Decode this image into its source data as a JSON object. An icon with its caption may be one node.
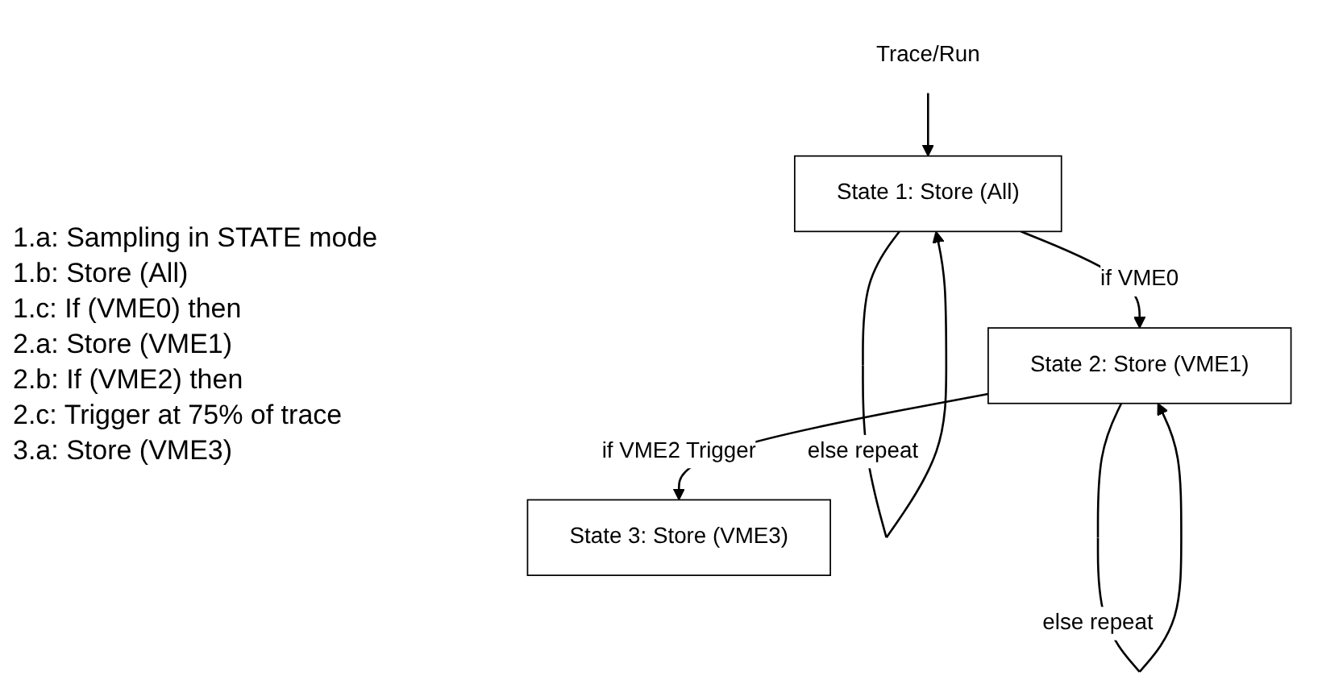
{
  "diagram": {
    "nodes": [
      {
        "text": [
          "Trace/Run"
        ]
      },
      {
        "text": [
          "State 1: Store (All)"
        ]
      },
      {
        "text": [
          "State 2: Store (VME1)"
        ]
      },
      {
        "text": [
          "State 3: Store (VME3)"
        ]
      }
    ],
    "edges": [
      {
        "from": 0,
        "to": 1,
        "arrow": "to"
      },
      {
        "from": 1,
        "to": 1,
        "label": "else repeat",
        "arrow": "to"
      },
      {
        "from": 1,
        "to": 2,
        "label": "if VME0",
        "arrow": "to"
      },
      {
        "from": 2,
        "to": 2,
        "label": "else repeat",
        "arrow": "to"
      },
      {
        "from": 2,
        "to": 3,
        "label": "if VME2 Trigger",
        "arrow": "to"
      }
    ],
    "labels": [
      "1.a: Sampling in STATE mode",
      "1.b: Store (All)",
      "1.c: If (VME0) then",
      "2.a: Store (VME1)",
      "2.b: If (VME2) then",
      "2.c: Trigger at 75% of trace",
      "3.a: Store (VME3)"
    ]
  }
}
